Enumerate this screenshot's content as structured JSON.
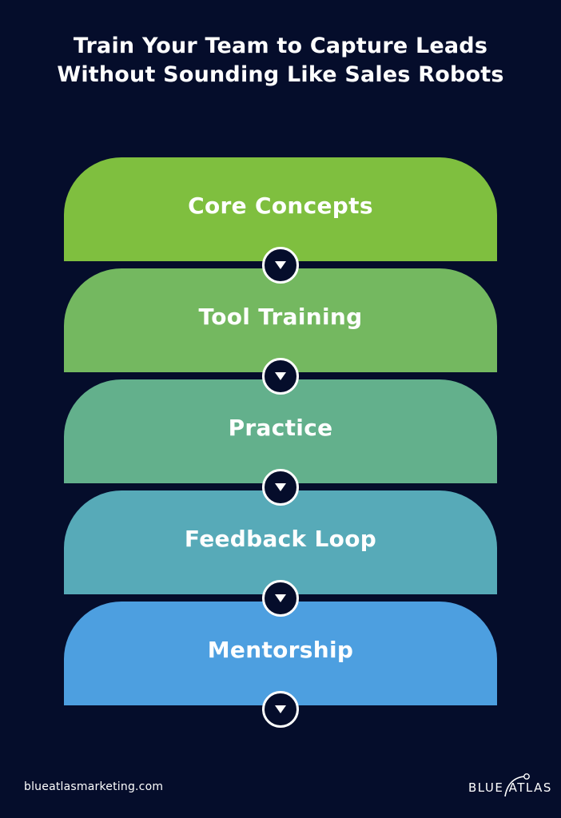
{
  "title": {
    "line1": "Train Your Team to Capture Leads",
    "line2": "Without Sounding Like Sales Robots"
  },
  "steps": [
    {
      "label": "Core Concepts",
      "color": "#7fbf3f"
    },
    {
      "label": "Tool Training",
      "color": "#74b860"
    },
    {
      "label": "Practice",
      "color": "#63b08c"
    },
    {
      "label": "Feedback Loop",
      "color": "#57aab8"
    },
    {
      "label": "Mentorship",
      "color": "#4d9fe0"
    }
  ],
  "colors": {
    "background": "#050d2b",
    "text": "#ffffff"
  },
  "icons": {
    "step_connector": "triangle-down-icon"
  },
  "footer": {
    "url": "blueatlasmarketing.com",
    "logo_text": "BLUE ATLAS"
  }
}
